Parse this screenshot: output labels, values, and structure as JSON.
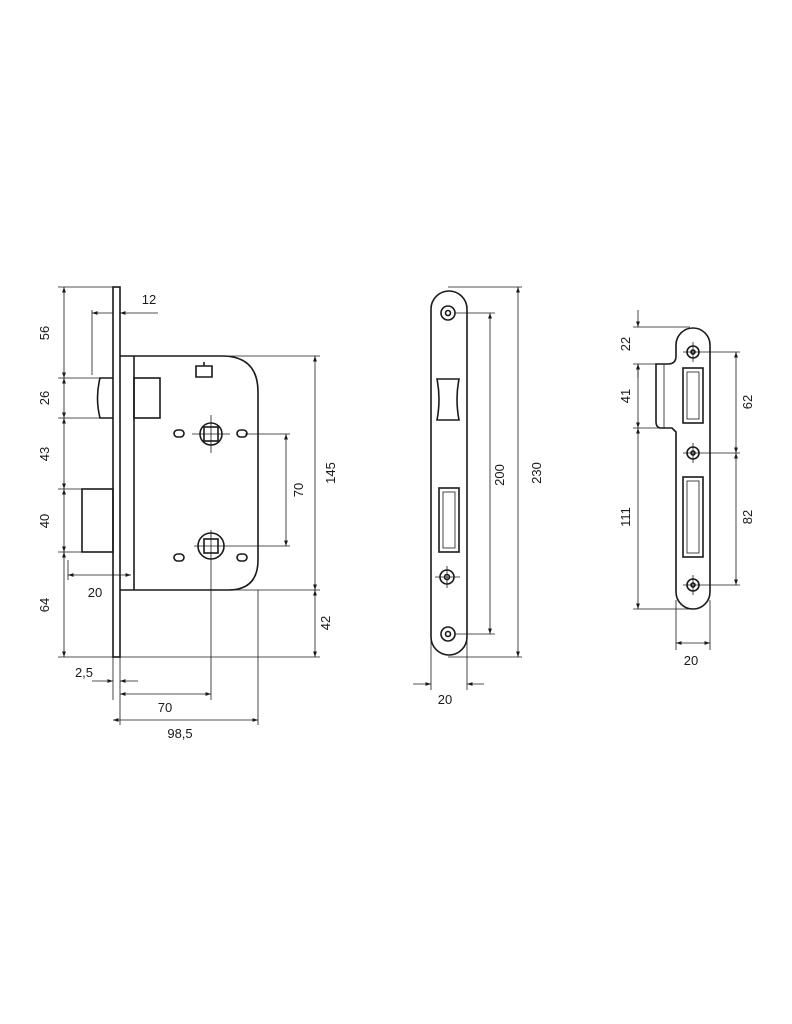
{
  "drawing": {
    "lock_body": {
      "dims": {
        "d56": "56",
        "d26": "26",
        "d43": "43",
        "d40": "40",
        "d64": "64",
        "d12": "12",
        "d20": "20",
        "d70_vert": "70",
        "d145": "145",
        "d42": "42",
        "d2_5": "2,5",
        "d70_horiz": "70",
        "d98_5": "98,5"
      }
    },
    "faceplate": {
      "dims": {
        "d200": "200",
        "d230": "230",
        "d20": "20"
      }
    },
    "strike_plate": {
      "dims": {
        "d22": "22",
        "d41": "41",
        "d111": "111",
        "d62": "62",
        "d82": "82",
        "d20": "20"
      }
    }
  }
}
